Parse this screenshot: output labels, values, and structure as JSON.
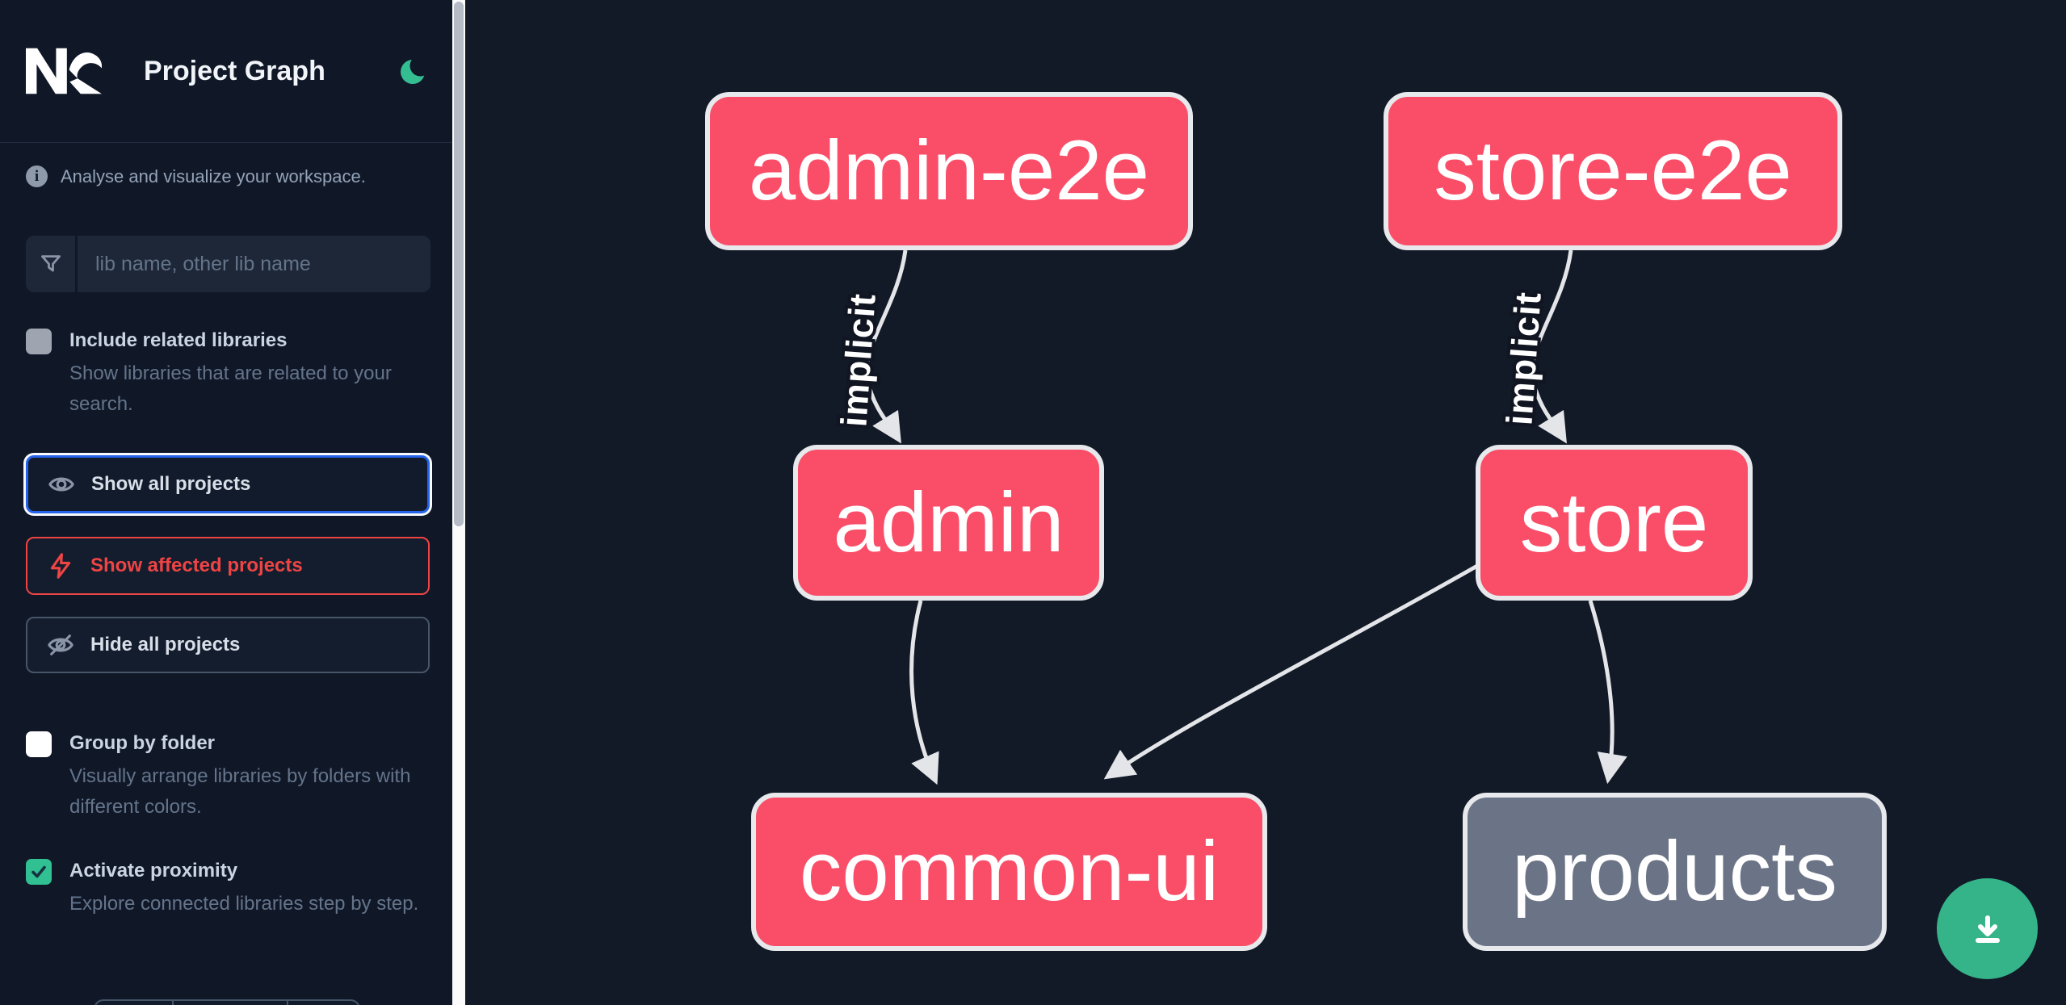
{
  "app": {
    "title": "Project Graph",
    "tagline": "Analyse and visualize your workspace."
  },
  "search": {
    "placeholder": "lib name, other lib name",
    "value": ""
  },
  "options": [
    {
      "label": "Include related libraries",
      "description": "Show libraries that are related to your search.",
      "checked": false
    },
    {
      "label": "Group by folder",
      "description": "Visually arrange libraries by folders with different colors.",
      "checked": false
    },
    {
      "label": "Activate proximity",
      "description": "Explore connected libraries step by step.",
      "checked": true
    }
  ],
  "actions": [
    {
      "label": "Show all projects",
      "icon": "eye-icon",
      "state": "focused"
    },
    {
      "label": "Show affected projects",
      "icon": "bolt-icon",
      "state": "affected"
    },
    {
      "label": "Hide all projects",
      "icon": "eye-off-icon",
      "state": "default"
    }
  ],
  "graph": {
    "edge_label": "implicit",
    "nodes": [
      {
        "id": "admin-e2e",
        "label": "admin-e2e",
        "color": "pink"
      },
      {
        "id": "store-e2e",
        "label": "store-e2e",
        "color": "pink"
      },
      {
        "id": "admin",
        "label": "admin",
        "color": "pink"
      },
      {
        "id": "store",
        "label": "store",
        "color": "pink"
      },
      {
        "id": "common-ui",
        "label": "common-ui",
        "color": "pink"
      },
      {
        "id": "products",
        "label": "products",
        "color": "gray"
      }
    ],
    "edges": [
      {
        "source": "admin-e2e",
        "target": "admin",
        "type": "implicit"
      },
      {
        "source": "store-e2e",
        "target": "store",
        "type": "implicit"
      },
      {
        "source": "admin",
        "target": "common-ui",
        "type": "static"
      },
      {
        "source": "store",
        "target": "common-ui",
        "type": "static"
      },
      {
        "source": "store",
        "target": "products",
        "type": "static"
      }
    ]
  },
  "fab": {
    "icon": "download-icon"
  },
  "colors": {
    "node_pink": "#fa4e68",
    "node_gray": "#6b7486",
    "node_border": "#e7e9ec",
    "edge": "#e3e5e8",
    "focus_blue": "#2563eb",
    "affected_red": "#ef4444",
    "check_green": "#31c092",
    "moon_green": "#35bd92",
    "fab_green": "#35b389",
    "sidebar_bg": "#101828",
    "canvas_bg": "#121927"
  }
}
